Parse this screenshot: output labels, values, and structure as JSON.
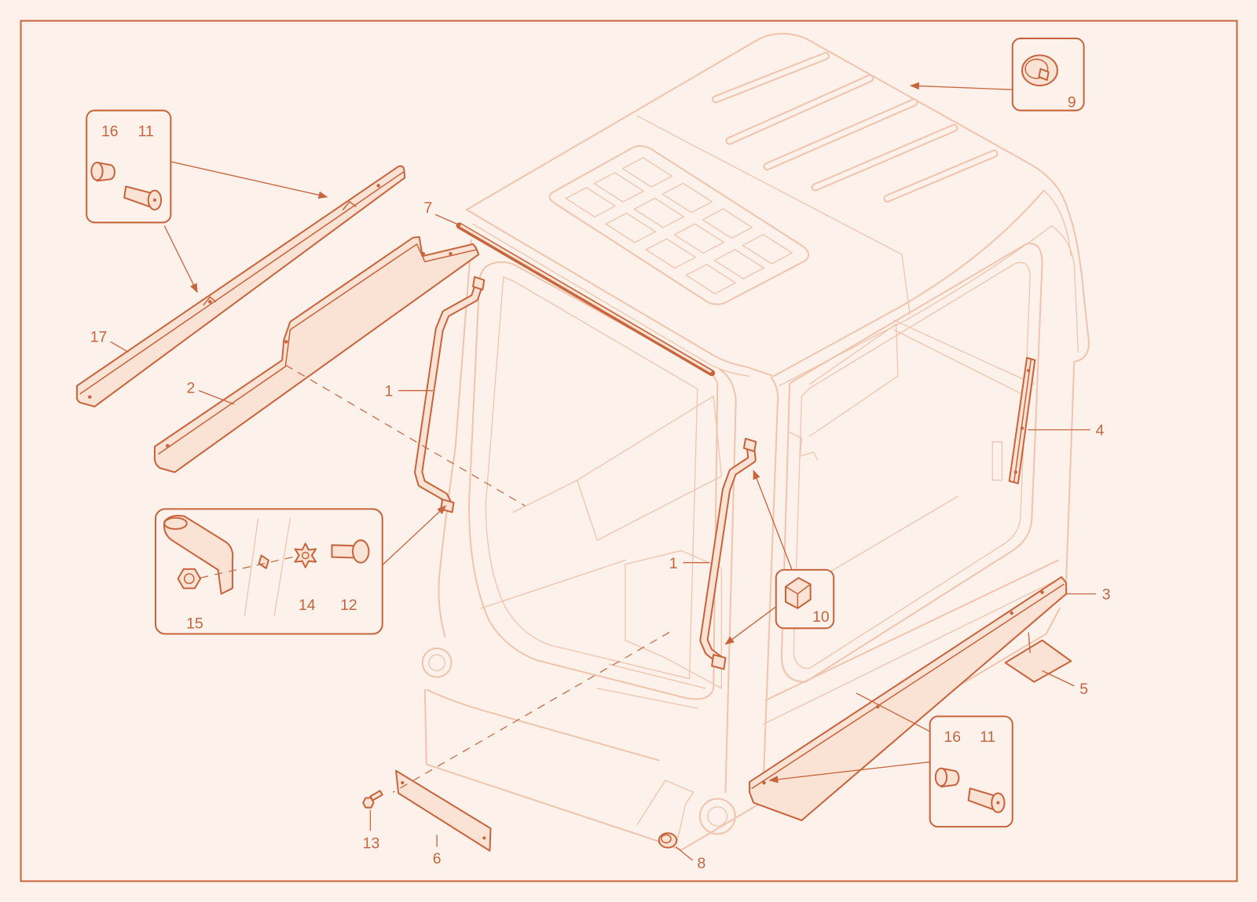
{
  "colors": {
    "accent": "#c8653d",
    "outline": "#f0c4ad",
    "fill": "#fae3d5",
    "background": "#fdf2eb"
  },
  "callouts": {
    "top_left_box": {
      "part_16": "16",
      "part_11": "11"
    },
    "part_17": "17",
    "part_2": "2",
    "part_7": "7",
    "part_1_left": "1",
    "part_1_right": "1",
    "fastener_box": {
      "part_15": "15",
      "part_14": "14",
      "part_12": "12"
    },
    "part_10": "10",
    "part_9": "9",
    "part_4": "4",
    "part_3": "3",
    "part_5": "5",
    "bottom_right_box": {
      "part_16": "16",
      "part_11": "11"
    },
    "part_13": "13",
    "part_6": "6",
    "part_8": "8"
  }
}
